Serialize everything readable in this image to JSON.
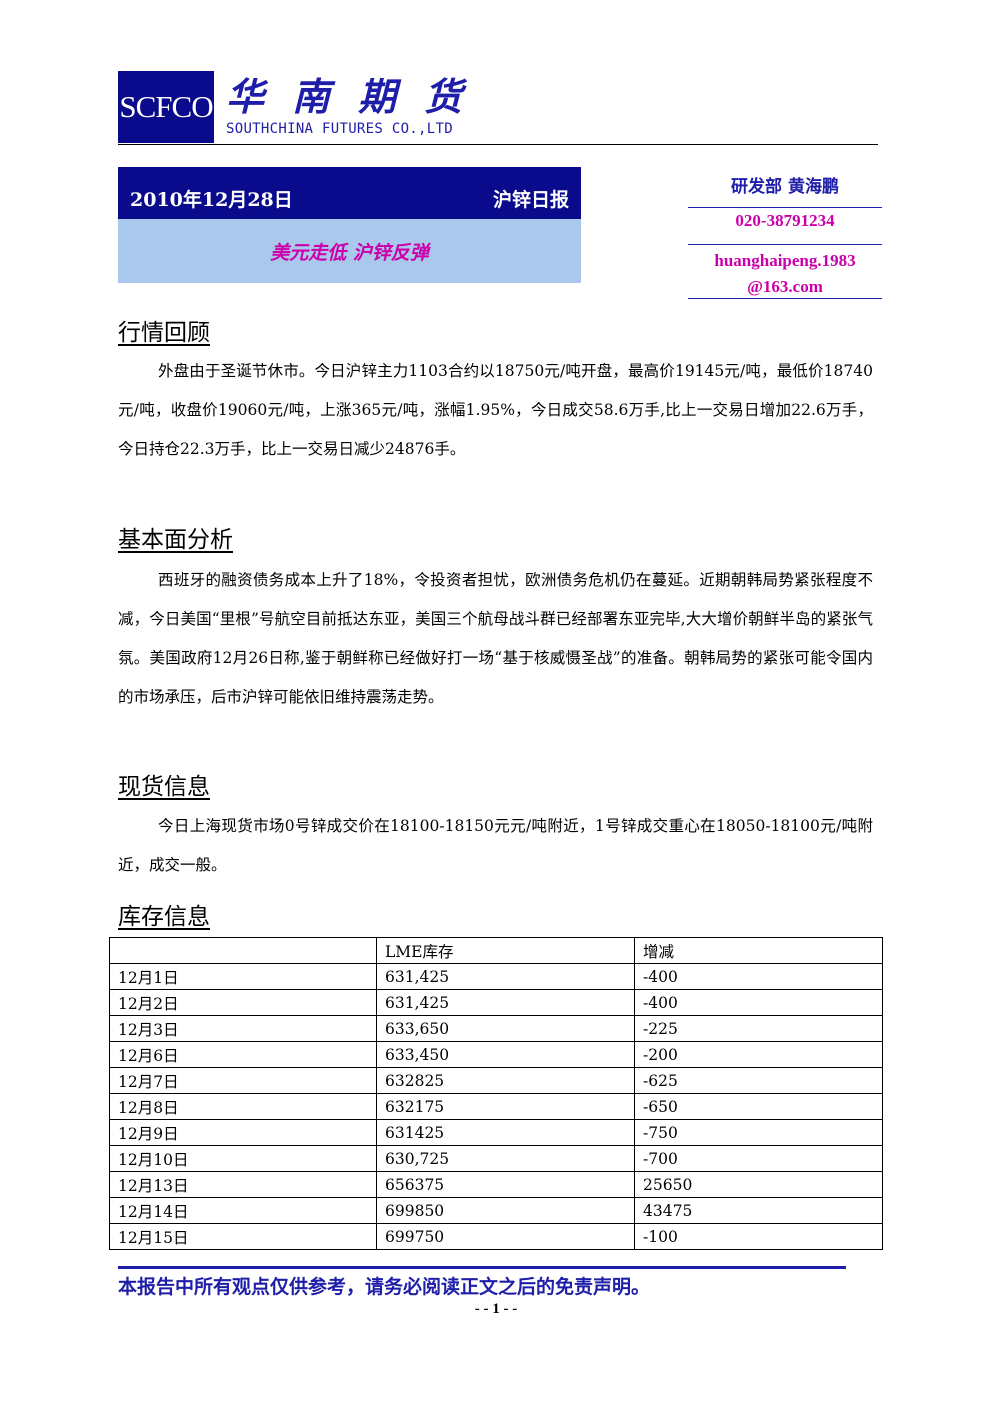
{
  "header": {
    "logo_text": "SCFCO",
    "company_cn": "华南期货",
    "company_en": "SOUTHCHINA FUTURES CO.,LTD"
  },
  "banner": {
    "date": "2010年12月28日",
    "report_type": "沪锌日报",
    "headline": "美元走低 沪锌反弹"
  },
  "author": {
    "name": "研发部 黄海鹏",
    "phone": "020-38791234",
    "email": "huanghaipeng.1983 @163.com"
  },
  "sections": {
    "market_review": {
      "title": "行情回顾",
      "text": "外盘由于圣诞节休市。今日沪锌主力1103合约以18750元/吨开盘，最高价19145元/吨，最低价18740元/吨，收盘价19060元/吨，上涨365元/吨，涨幅1.95%，今日成交58.6万手,比上一交易日增加22.6万手，今日持仓22.3万手，比上一交易日减少24876手。"
    },
    "fundamentals": {
      "title": "基本面分析",
      "text": "西班牙的融资债务成本上升了18%，令投资者担忧，欧洲债务危机仍在蔓延。近期朝韩局势紧张程度不减，今日美国“里根”号航空目前抵达东亚，美国三个航母战斗群已经部署东亚完毕,大大增价朝鲜半岛的紧张气氛。美国政府12月26日称,鉴于朝鲜称已经做好打一场“基于核威慑圣战”的准备。朝韩局势的紧张可能令国内的市场承压，后市沪锌可能依旧维持震荡走势。"
    },
    "spot": {
      "title": "现货信息",
      "text": "今日上海现货市场0号锌成交价在18100-18150元元/吨附近，1号锌成交重心在18050-18100元/吨附近，成交一般。"
    },
    "inventory": {
      "title": "库存信息",
      "headers": [
        "",
        "LME库存",
        "增减"
      ],
      "rows": [
        [
          "12月1日",
          "631,425",
          "-400"
        ],
        [
          "12月2日",
          "631,425",
          "-400"
        ],
        [
          "12月3日",
          "633,650",
          "-225"
        ],
        [
          "12月6日",
          "633,450",
          "-200"
        ],
        [
          "12月7日",
          "632825",
          "-625"
        ],
        [
          "12月8日",
          "632175",
          "-650"
        ],
        [
          "12月9日",
          "631425",
          "-750"
        ],
        [
          "12月10日",
          "630,725",
          "-700"
        ],
        [
          "12月13日",
          "656375",
          "25650"
        ],
        [
          "12月14日",
          "699850",
          "43475"
        ],
        [
          "12月15日",
          "699750",
          "-100"
        ]
      ]
    }
  },
  "footer": {
    "disclaimer": "本报告中所有观点仅供参考，请务必阅读正文之后的免责声明。",
    "page_number": "- - 1 - -"
  }
}
